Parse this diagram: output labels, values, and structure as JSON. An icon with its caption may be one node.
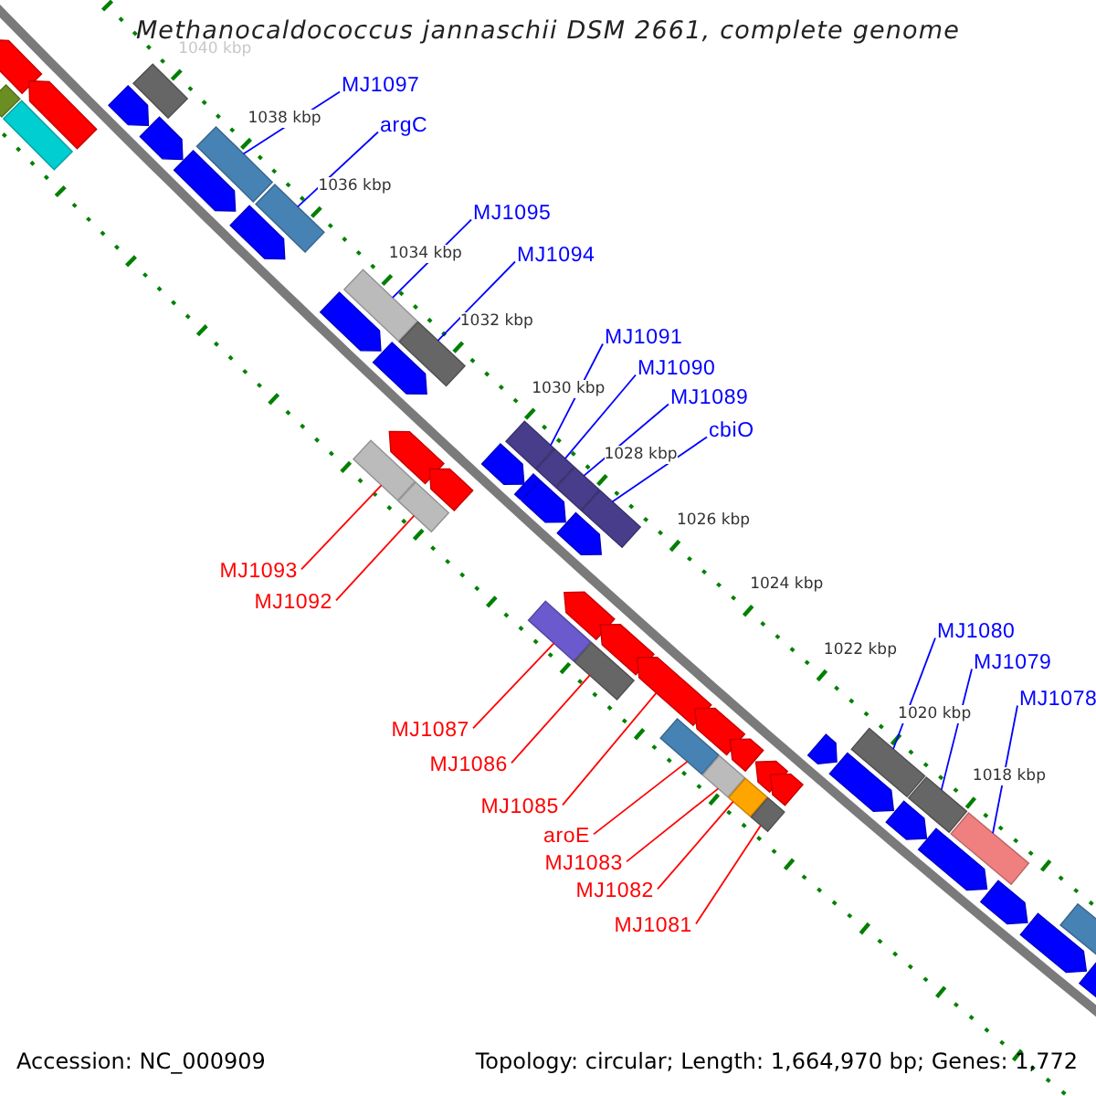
{
  "diagram": {
    "title": "Methanocaldococcus jannaschii DSM 2661, complete genome",
    "nodes": [
      {
        "text": [
          "MJ1097"
        ]
      },
      {
        "text": [
          "argC"
        ]
      },
      {
        "text": [
          "MJ1095"
        ]
      },
      {
        "text": [
          "MJ1094"
        ]
      },
      {
        "text": [
          "MJ1091"
        ]
      },
      {
        "text": [
          "MJ1090"
        ]
      },
      {
        "text": [
          "MJ1089"
        ]
      },
      {
        "text": [
          "cbiO"
        ]
      },
      {
        "text": [
          "MJ1093"
        ]
      },
      {
        "text": [
          "MJ1092"
        ]
      },
      {
        "text": [
          "MJ1080"
        ]
      },
      {
        "text": [
          "MJ1079"
        ]
      },
      {
        "text": [
          "MJ1078"
        ]
      },
      {
        "text": [
          "MJ1087"
        ]
      },
      {
        "text": [
          "MJ1086"
        ]
      },
      {
        "text": [
          "MJ1085"
        ]
      },
      {
        "text": [
          "aroE"
        ]
      },
      {
        "text": [
          "MJ1083"
        ]
      },
      {
        "text": [
          "MJ1082"
        ]
      },
      {
        "text": [
          "MJ1081"
        ]
      },
      {
        "text": [],
        "shape": "diamond"
      },
      {
        "text": [],
        "shape": "arrow"
      },
      {
        "text": [],
        "shape": "box"
      },
      {
        "text": [],
        "shape": "arrow"
      },
      {
        "text": [],
        "shape": "arrow"
      },
      {
        "text": [],
        "shape": "box"
      },
      {
        "text": [],
        "shape": "arrow"
      },
      {
        "text": [],
        "shape": "arrow"
      },
      {
        "text": [],
        "shape": "box"
      },
      {
        "text": [],
        "shape": "arrow"
      },
      {
        "text": [],
        "shape": "box"
      },
      {
        "text": [],
        "shape": "arrow"
      },
      {
        "text": [],
        "shape": "box"
      },
      {
        "text": [],
        "shape": "arrow"
      },
      {
        "text": [],
        "shape": "box"
      },
      {
        "text": [],
        "shape": "box"
      },
      {
        "text": [],
        "shape": "arrow"
      },
      {
        "text": [],
        "shape": "box"
      },
      {
        "text": [],
        "shape": "arrow"
      },
      {
        "text": [],
        "shape": "arrow"
      },
      {
        "text": [],
        "shape": "box"
      },
      {
        "text": [],
        "shape": "arrow"
      },
      {
        "text": [],
        "shape": "diamond"
      },
      {
        "text": [],
        "shape": "arrow"
      },
      {
        "text": [],
        "shape": "diamond"
      },
      {
        "text": [],
        "shape": "arrow"
      },
      {
        "text": [],
        "shape": "box"
      },
      {
        "text": [],
        "shape": "box"
      },
      {
        "text": [],
        "shape": "arrow"
      },
      {
        "text": [],
        "shape": "arrow"
      },
      {
        "text": [],
        "shape": "box"
      },
      {
        "text": [],
        "shape": "arrow"
      },
      {
        "text": [],
        "shape": "box"
      },
      {
        "text": [],
        "shape": "arrow"
      },
      {
        "text": [],
        "shape": "arrow"
      },
      {
        "text": [],
        "shape": "box"
      },
      {
        "text": [],
        "shape": "arrow"
      },
      {
        "text": [],
        "shape": "diamond"
      },
      {
        "text": [],
        "shape": "arrow"
      },
      {
        "text": [],
        "shape": "box"
      },
      {
        "text": [],
        "shape": "arrow"
      },
      {
        "text": [],
        "shape": "arrow"
      },
      {
        "text": [],
        "shape": "box"
      },
      {
        "text": [],
        "shape": "arrow"
      },
      {
        "text": [],
        "shape": "box"
      },
      {
        "text": [],
        "shape": "arrow"
      },
      {
        "text": [],
        "shape": "box"
      },
      {
        "text": [],
        "shape": "arrow"
      },
      {
        "text": [],
        "shape": "arrow"
      },
      {
        "text": [],
        "shape": "box"
      },
      {
        "text": [],
        "shape": "arrow"
      }
    ],
    "edges": [
      {
        "from": 0,
        "to": 28,
        "arrow": "none"
      },
      {
        "from": 1,
        "to": 30,
        "arrow": "none"
      },
      {
        "from": 2,
        "to": 32,
        "arrow": "none"
      },
      {
        "from": 3,
        "to": 34,
        "arrow": "none"
      },
      {
        "from": 4,
        "to": 40,
        "arrow": "none"
      },
      {
        "from": 5,
        "to": 42,
        "arrow": "none"
      },
      {
        "from": 6,
        "to": 44,
        "arrow": "none"
      },
      {
        "from": 7,
        "to": 46,
        "arrow": "none"
      },
      {
        "from": 8,
        "to": 35,
        "arrow": "none",
        "color": "#ff0000"
      },
      {
        "from": 9,
        "to": 37,
        "arrow": "none",
        "color": "#ff0000"
      },
      {
        "from": 10,
        "to": 62,
        "arrow": "none"
      },
      {
        "from": 11,
        "to": 64,
        "arrow": "none"
      },
      {
        "from": 12,
        "to": 66,
        "arrow": "none"
      },
      {
        "from": 13,
        "to": 47,
        "arrow": "none",
        "color": "#ff0000"
      },
      {
        "from": 14,
        "to": 50,
        "arrow": "none",
        "color": "#ff0000"
      },
      {
        "from": 15,
        "to": 51,
        "arrow": "none",
        "color": "#ff0000"
      },
      {
        "from": 16,
        "to": 52,
        "arrow": "none",
        "color": "#ff0000"
      },
      {
        "from": 17,
        "to": 55,
        "arrow": "none",
        "color": "#ff0000"
      },
      {
        "from": 18,
        "to": 57,
        "arrow": "none",
        "color": "#ff0000"
      },
      {
        "from": 19,
        "to": 59,
        "arrow": "none",
        "color": "#ff0000"
      }
    ],
    "labels": [
      "1040 kbp",
      "1038 kbp",
      "1036 kbp",
      "1034 kbp",
      "1032 kbp",
      "1030 kbp",
      "1028 kbp",
      "1026 kbp",
      "1024 kbp",
      "1022 kbp",
      "1020 kbp",
      "1018 kbp",
      "Accession: NC_000909",
      "Topology: circular; Length: 1,664,970 bp; Genes: 1,772"
    ]
  }
}
